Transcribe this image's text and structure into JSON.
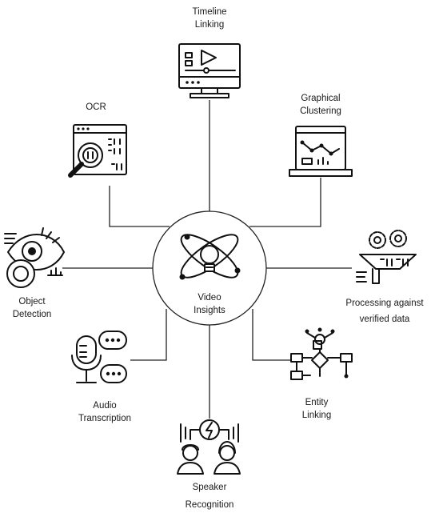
{
  "center": {
    "line1": "Video",
    "line2": "Insights",
    "icon": "atom-lightbulb-icon"
  },
  "nodes": {
    "timeline_linking": {
      "line1": "Timeline",
      "line2": "Linking",
      "icon": "video-player-icon"
    },
    "ocr": {
      "line1": "OCR",
      "icon": "magnifier-binary-icon"
    },
    "graphical_clustering": {
      "line1": "Graphical",
      "line2": "Clustering",
      "icon": "laptop-chart-icon"
    },
    "object_detection": {
      "line1": "Object",
      "line2": "Detection",
      "icon": "eye-target-icon"
    },
    "processing_verified": {
      "line1": "Processing against",
      "line2": "verified data",
      "icon": "gears-funnel-icon"
    },
    "audio_transcription": {
      "line1": "Audio",
      "line2": "Transcription",
      "icon": "microphone-chat-icon"
    },
    "entity_linking": {
      "line1": "Entity",
      "line2": "Linking",
      "icon": "flowchart-icon"
    },
    "speaker_recognition": {
      "line1": "Speaker",
      "line2": "Recognition",
      "icon": "speakers-lightning-icon"
    }
  }
}
